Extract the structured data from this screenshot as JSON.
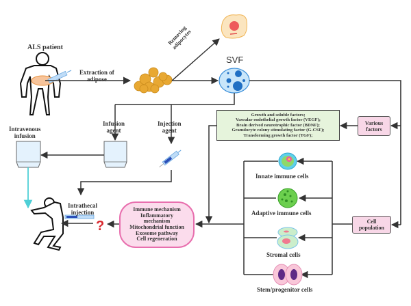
{
  "diagram": {
    "labels": {
      "als_patient": "ALS patient",
      "extraction": [
        "Extraction of",
        "adipose"
      ],
      "removing": [
        "Removing",
        "adipocytes"
      ],
      "svf": "SVF",
      "infusion_agent": [
        "Infusion",
        "agent"
      ],
      "injection_agent": [
        "Injection",
        "agent"
      ],
      "intravenous": [
        "Intravenous",
        "infusion"
      ],
      "intrathecal": [
        "Intrathecal",
        "injection"
      ],
      "question_mark": "?"
    },
    "factors_box": {
      "lines": [
        "Growth and soluble factors;",
        "Vascular endothelial growth factor (VEGF);",
        "Brain derived neurotrophic factor (BDNF);",
        "Granulocyte colony stimulating factor (G-CSF);",
        "Transforming growth factor (TGF);"
      ]
    },
    "various_factors": [
      "Various",
      "factors"
    ],
    "cell_population": [
      "Cell",
      "population"
    ],
    "mechanisms": [
      "Immune mechanism",
      "Inflammatory",
      "mechanism",
      "Mitochondrial function",
      "Exosome pathway",
      "Cell regeneration"
    ],
    "cells": [
      {
        "name": "Innate immune cells",
        "icon": "innate-immune-cell-icon"
      },
      {
        "name": "Adaptive immune cells",
        "icon": "adaptive-immune-cell-icon"
      },
      {
        "name": "Stromal cells",
        "icon": "stromal-cell-icon"
      },
      {
        "name": "Stem/progenitor cells",
        "icon": "stem-cell-icon"
      }
    ],
    "colors": {
      "line": "#333333",
      "factors_fill": "#e6f4dc",
      "pink_fill": "#f8d7e7",
      "mech_border": "#e86fae",
      "iv_line": "#4ecfd6",
      "question": "#d9262c",
      "svf_fill": "#c9e6fa",
      "svf_dot": "#1f6fc4",
      "adipose": "#e8a832"
    }
  }
}
